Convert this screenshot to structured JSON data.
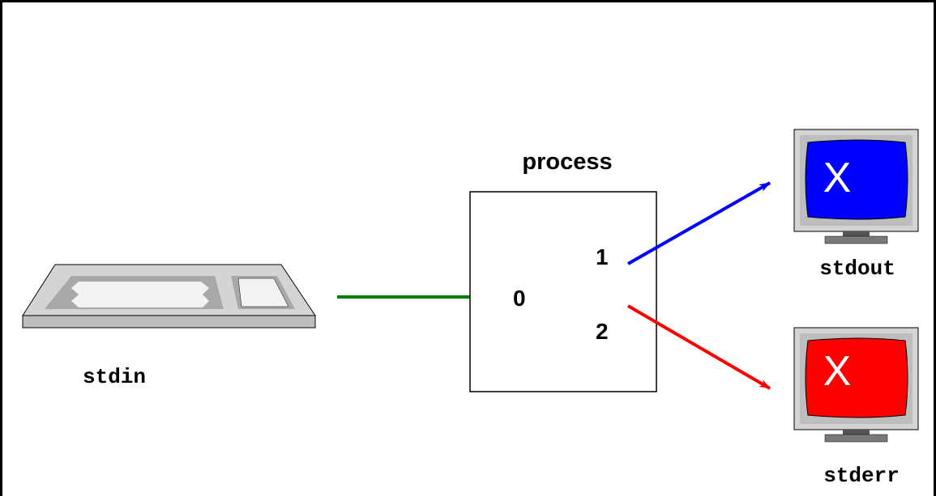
{
  "diagram": {
    "process_label": "process",
    "stdin_label": "stdin",
    "stdout_label": "stdout",
    "stderr_label": "stderr",
    "fd_in": "0",
    "fd_out": "1",
    "fd_err": "2",
    "screen_glyph": "X",
    "colors": {
      "stdin_arrow": "#008000",
      "stdout_arrow": "#0000ff",
      "stderr_arrow": "#ff0000",
      "stdout_screen": "#0000ff",
      "stderr_screen": "#ff0000",
      "device_gray": "#c8c8c8"
    },
    "icons": {
      "keyboard": "keyboard-icon",
      "stdout_monitor": "monitor-icon",
      "stderr_monitor": "monitor-icon"
    }
  }
}
